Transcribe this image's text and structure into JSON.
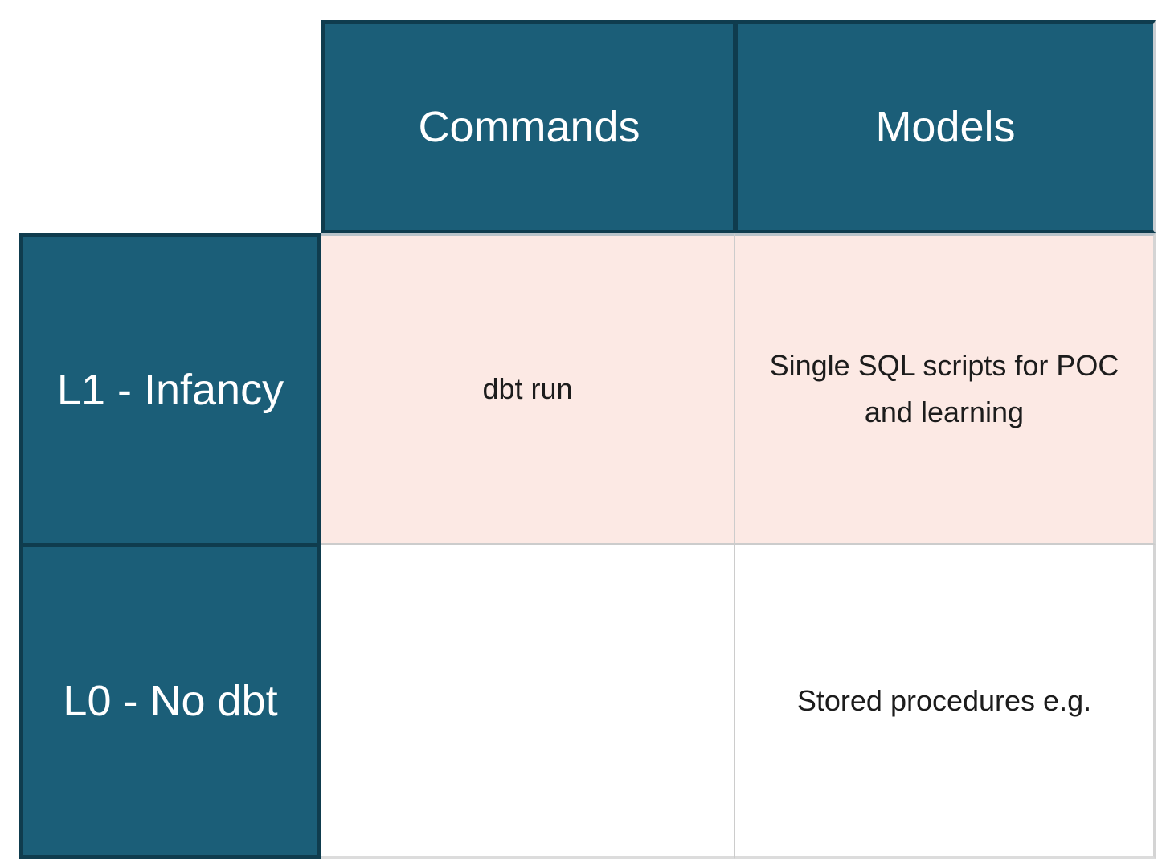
{
  "colors": {
    "teal": "#1B5E78",
    "teal_border": "#0F3C4E",
    "pink": "#FCE9E4",
    "grid_line": "#CCCCCC",
    "header_text": "#FFFFFF",
    "body_text": "#1C1C1C"
  },
  "table": {
    "column_headers": [
      "Commands",
      "Models"
    ],
    "row_headers": [
      "L1 - Infancy",
      "L0 - No dbt"
    ],
    "cells": {
      "l1_commands": "dbt run",
      "l1_models": "Single SQL scripts for POC and learning",
      "l0_commands": "",
      "l0_models": "Stored procedures e.g."
    }
  },
  "chart_data": {
    "type": "table",
    "columns": [
      "",
      "Commands",
      "Models"
    ],
    "rows": [
      [
        "L1 - Infancy",
        "dbt run",
        "Single SQL scripts for POC and learning"
      ],
      [
        "L0 - No dbt",
        "",
        "Stored procedures e.g."
      ]
    ],
    "highlighted_rows": [
      "L1 - Infancy"
    ],
    "layout": "maturity matrix; teal header row and header column, L1 data row shaded pink, L0 data row white, light gray grid lines"
  }
}
